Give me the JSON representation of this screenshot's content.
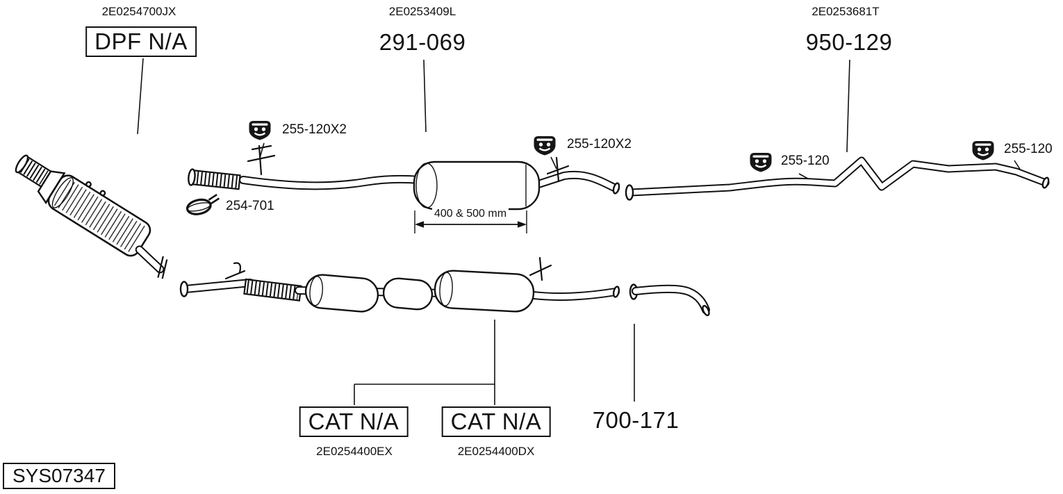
{
  "diagram": {
    "system_box": "SYS07347",
    "top": [
      {
        "code": "2E0254700JX",
        "label": "DPF N/A"
      },
      {
        "code": "2E0253409L",
        "label": "291-069"
      },
      {
        "code": "2E0253681T",
        "label": "950-129"
      }
    ],
    "callouts": [
      {
        "label": "255-120X2",
        "icon": "rubber-hanger-icon"
      },
      {
        "label": "255-120X2",
        "icon": "rubber-hanger-icon"
      },
      {
        "label": "255-120",
        "icon": "rubber-hanger-icon"
      },
      {
        "label": "255-120",
        "icon": "rubber-hanger-icon"
      },
      {
        "label": "254-701",
        "icon": "clamp-icon"
      }
    ],
    "dimension_label": "400 & 500 mm",
    "bottom": [
      {
        "label": "CAT N/A",
        "code": "2E0254400EX"
      },
      {
        "label": "CAT N/A",
        "code": "2E0254400DX"
      },
      {
        "label": "700-171"
      }
    ],
    "colors": {
      "ink": "#111111",
      "background": "#ffffff"
    }
  }
}
